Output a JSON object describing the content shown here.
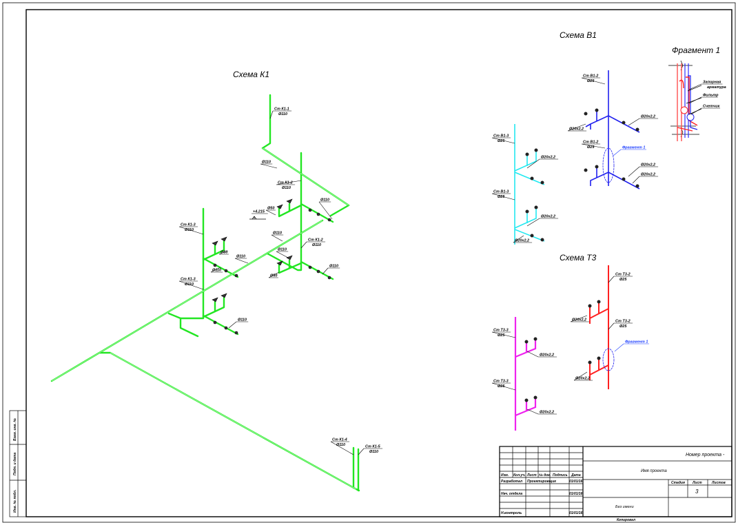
{
  "titles": {
    "k1": "Схема К1",
    "b1": "Схема В1",
    "t3": "Схема Т3",
    "fragment": "Фрагмент 1"
  },
  "labels": [
    {
      "top": "Ст К1-1",
      "bottom": "Ø110"
    },
    {
      "top": "Ø110"
    },
    {
      "top": "Ст К1-2",
      "bottom": "Ø110"
    },
    {
      "top": "Ø110"
    },
    {
      "top": "Ø50"
    },
    {
      "top": "+4.215"
    },
    {
      "top": "Ст К1-3",
      "bottom": "Ø110"
    },
    {
      "top": "Ø50"
    },
    {
      "top": "Ø110"
    },
    {
      "top": "Ст К1-2",
      "bottom": "Ø110"
    },
    {
      "top": "Ø110"
    },
    {
      "top": "Ø110"
    },
    {
      "top": "Ø110"
    },
    {
      "top": "Ø50"
    },
    {
      "top": "Ø110"
    },
    {
      "top": "Ст К1-3",
      "bottom": "Ø110"
    },
    {
      "top": "Ø110"
    },
    {
      "top": "Ст К1-4",
      "bottom": "Ø110"
    },
    {
      "top": "Ст К1-5",
      "bottom": "Ø110"
    },
    {
      "top": "Ст В1-2",
      "bottom": "Ø25"
    },
    {
      "top": "Ст В1-2",
      "bottom": "Ø25"
    },
    {
      "top": "Ø20x2,2"
    },
    {
      "top": "Ø20x2,2"
    },
    {
      "top": "Ø20x2,2"
    },
    {
      "top": "Ø20x2,2"
    },
    {
      "top": "Фрагмент 1",
      "color": "#1a3cff"
    },
    {
      "top": "Ст В1-3",
      "bottom": "Ø25"
    },
    {
      "top": "Ст В1-3",
      "bottom": "Ø25"
    },
    {
      "top": "Ø20x2,2"
    },
    {
      "top": "Ø20x2,2"
    },
    {
      "top": "Ø20x2,2"
    },
    {
      "top": "Ст Т3-2",
      "bottom": "Ø25"
    },
    {
      "top": "Ст Т3-2",
      "bottom": "Ø25"
    },
    {
      "top": "Ø20x2,2"
    },
    {
      "top": "Ø20x2,2"
    },
    {
      "top": "Фрагмент 1",
      "color": "#1a3cff"
    },
    {
      "top": "Ст Т3-3",
      "bottom": "Ø25"
    },
    {
      "top": "Ст Т3-3",
      "bottom": "Ø25"
    },
    {
      "top": "Ø20x2,2"
    },
    {
      "top": "Ø20x2,2"
    },
    {
      "top": "Запорная",
      "bottom": "арматура"
    },
    {
      "top": "Фильтр"
    },
    {
      "top": "Счетчик"
    }
  ],
  "side_stamp": [
    "Взам. инв. №",
    "Подп. и дата",
    "Инв. № подл."
  ],
  "title_block": {
    "project_number": "Номер проекта -",
    "project_name": "Имя проекта",
    "sheet_name": "Без имени",
    "copied": "Копировал",
    "headers": [
      "Изм.",
      "Кол.уч.",
      "Лист",
      "№ док.",
      "Подпись",
      "Дата"
    ],
    "roles": [
      "Разработал",
      "Нач. отдела",
      "Н.контроль"
    ],
    "developer": "Проектировщик",
    "dates": [
      "01/01/16",
      "01/01/16",
      "01/01/16"
    ],
    "stage_label": "Стадия",
    "sheet_label": "Лист",
    "sheets_label": "Листов",
    "sheet_value": "3"
  },
  "colors": {
    "k1": "#22e622",
    "b1": "#2020ee",
    "b1_branch": "#22e8f0",
    "t3": "#ff2020",
    "t3_branch": "#ee22ee"
  }
}
